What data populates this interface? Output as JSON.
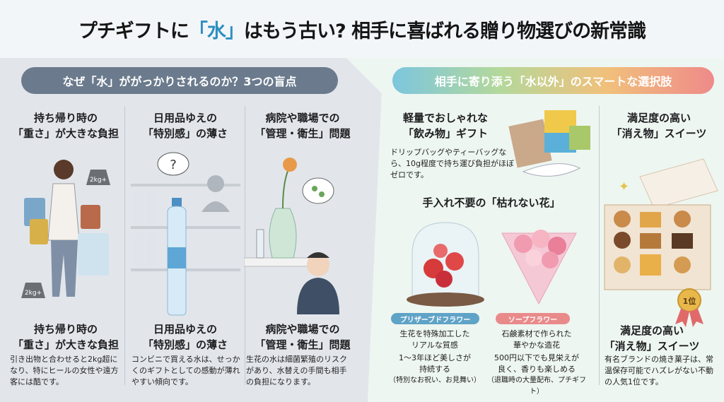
{
  "title": {
    "pre": "プチギフトに",
    "highlight": "「水」",
    "post": "はもう古い? 相手に喜ばれる贈り物選びの新常識"
  },
  "left": {
    "heading": "なぜ「水」ががっかりされるのか？3つの盲点",
    "columns": [
      {
        "title1": "持ち帰り時の",
        "title2": "「重さ」が大きな負担",
        "desc": "引き出物と合わせると2kg超になり、特にヒールの女性や遠方客には酷です。",
        "weights": "2kg+"
      },
      {
        "title1": "日用品ゆえの",
        "title2": "「特別感」の薄さ",
        "desc": "コンビニで買える水は、せっかくのギフトとしての感動が薄れやすい傾向です。",
        "thought": "?"
      },
      {
        "title1": "病院や職場での",
        "title2": "「管理・衛生」問題",
        "desc": "生花の水は細菌繁殖のリスクがあり、水替えの手間も相手の負担になります。"
      }
    ]
  },
  "right": {
    "heading": "相手に寄り添う「水以外」のスマートな選択肢",
    "drinks": {
      "title1": "軽量でおしゃれな",
      "title2": "「飲み物」ギフト",
      "desc": "ドリップバッグやティーバッグなら、10g程度で持ち運び負担がほぼゼロです。"
    },
    "flowers": {
      "heading": "手入れ不要の「枯れない花」",
      "items": [
        {
          "tag": "プリザーブドフラワー",
          "tag_color": "#5fa3c7",
          "line1": "生花を特殊加工した",
          "line2": "リアルな質感",
          "line3": "1～3年ほど美しさが",
          "line4": "持続する",
          "note": "（特別なお祝い、お見舞い）"
        },
        {
          "tag": "ソープフラワー",
          "tag_color": "#e98a8a",
          "line1": "石鹸素材で作られた",
          "line2": "華やかな造花",
          "line3": "500円以下でも見栄えが",
          "line4": "良く、香りも楽しめる",
          "note": "（退職時の大量配布、プチギフト）"
        }
      ]
    },
    "sweets": {
      "title1": "満足度の高い",
      "title2": "「消え物」スイーツ",
      "badge": "1位",
      "desc": "有名ブランドの焼き菓子は、常温保存可能でハズレがない不動の人気1位です。"
    }
  }
}
